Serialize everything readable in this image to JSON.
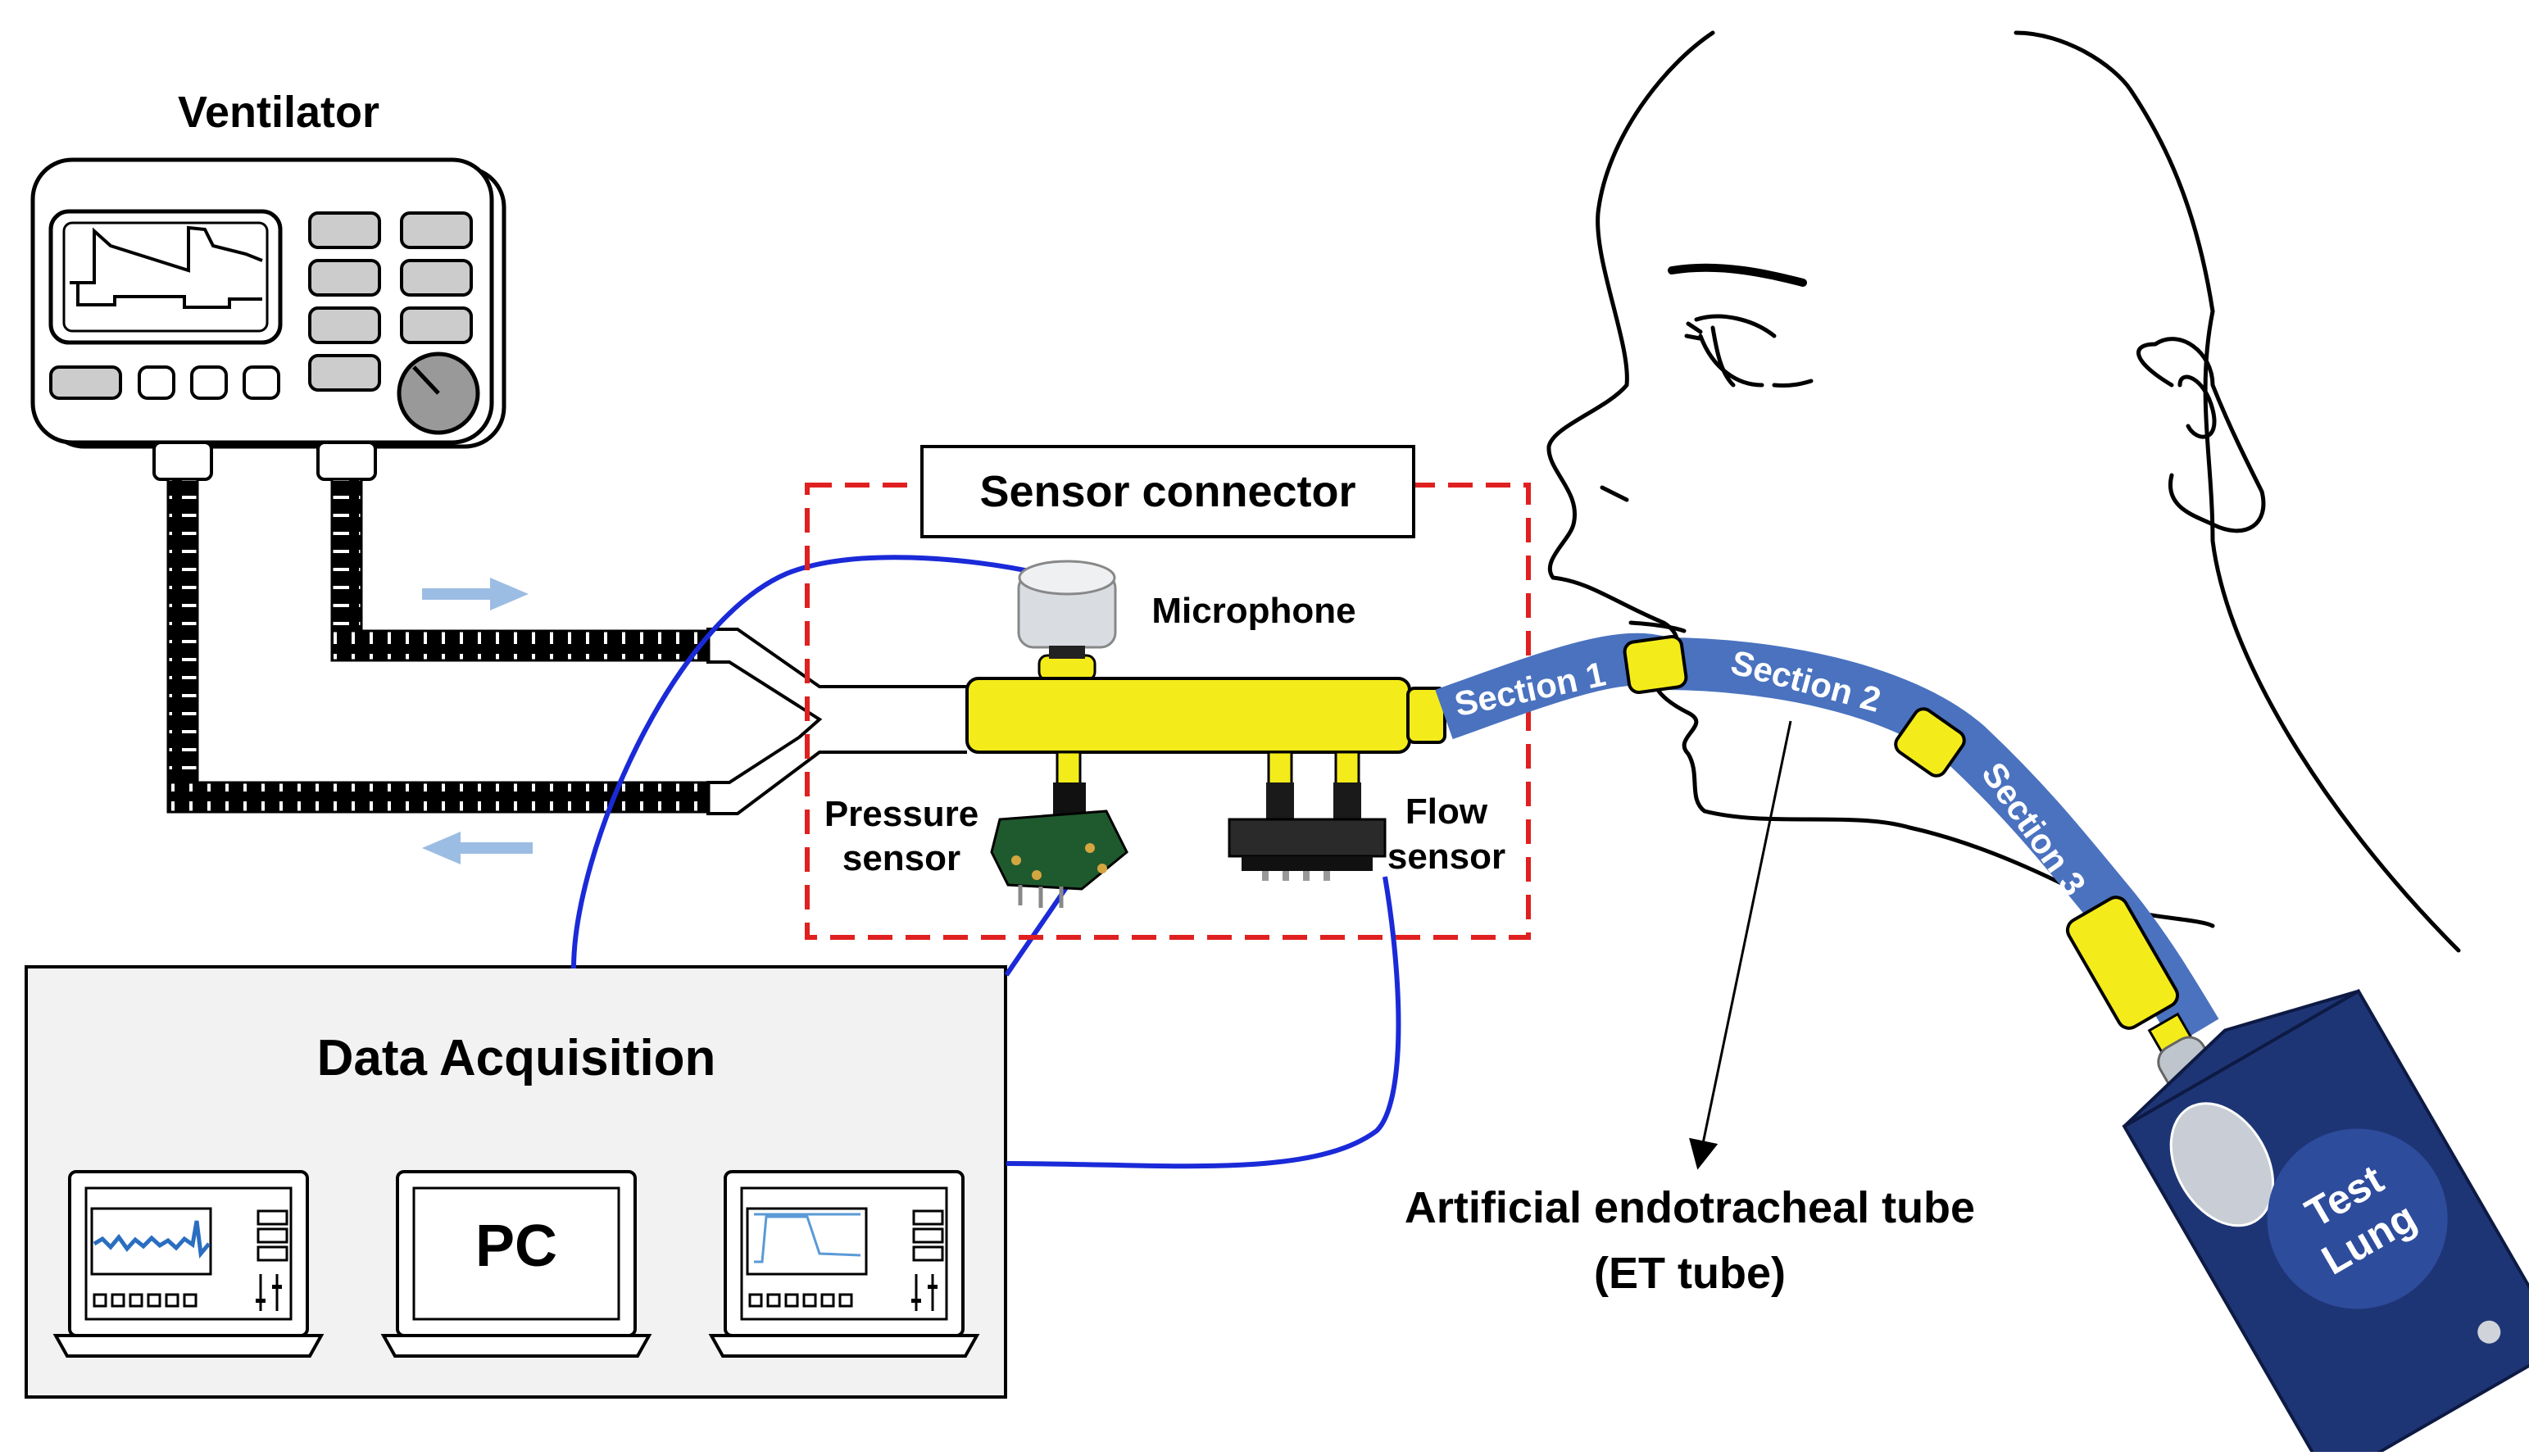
{
  "labels": {
    "ventilator": "Ventilator",
    "sensor_connector": "Sensor connector",
    "microphone": "Microphone",
    "pressure_sensor": [
      "Pressure",
      "sensor"
    ],
    "flow_sensor": [
      "Flow",
      "sensor"
    ],
    "data_acquisition": "Data Acquisition",
    "pc": "PC",
    "et_tube": [
      "Artificial endotracheal tube",
      "(ET tube)"
    ],
    "sections": [
      "Section 1",
      "Section 2",
      "Section 3"
    ],
    "test_lung": [
      "Test",
      "Lung"
    ]
  },
  "colors": {
    "connector_yellow": "#f4ec1a",
    "et_tube_blue": "#4a72bf",
    "cable_blue": "#1a2ad8",
    "box_dash_red": "#e02020",
    "flow_arrow": "#9cbde3",
    "test_lung_navy": "#1e3575",
    "panel_gray": "#f2f2f2",
    "sensor_board_green": "#1f5a2e"
  },
  "icons": [
    "ventilator-icon",
    "microphone-icon",
    "pressure-sensor-icon",
    "flow-sensor-icon",
    "laptop-icon",
    "face-outline-icon",
    "test-lung-icon"
  ]
}
